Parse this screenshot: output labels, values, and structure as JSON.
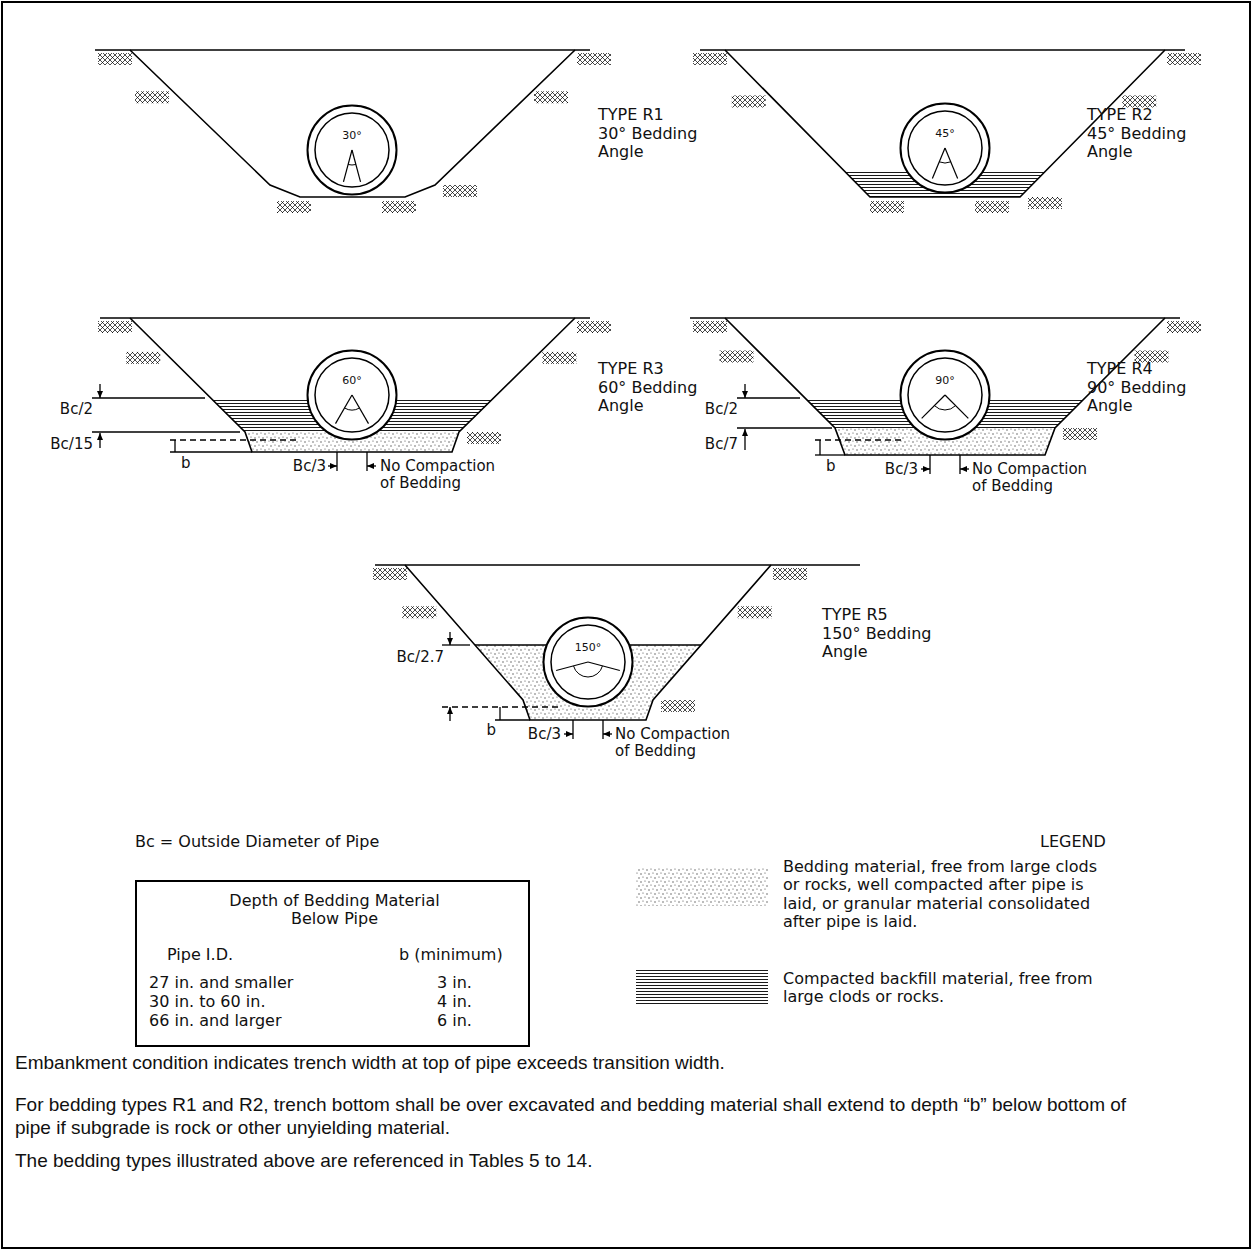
{
  "diagram": {
    "nodes": [
      {
        "text": [
          "30°"
        ]
      },
      {
        "text": [
          "45°"
        ]
      },
      {
        "text": [
          "60°"
        ]
      },
      {
        "text": [
          "90°"
        ]
      },
      {
        "text": [
          "150°"
        ]
      },
      {
        "text": [
          "Depth of Bedding Material Below Pipe",
          "Pipe I.D.",
          "b (minimum)",
          "27 in. and smaller",
          "3 in.",
          "30 in. to 60 in.",
          "4 in.",
          "66 in. and larger",
          "6 in."
        ]
      }
    ],
    "labels": [
      "TYPE R1",
      "30° Bedding Angle",
      "TYPE R2",
      "45° Bedding Angle",
      "TYPE R3",
      "60° Bedding Angle",
      "Bc/2",
      "Bc/15",
      "b",
      "Bc/3",
      "No Compaction of Bedding",
      "TYPE R4",
      "90° Bedding Angle",
      "Bc/2",
      "Bc/7",
      "b",
      "Bc/3",
      "No Compaction of Bedding",
      "TYPE R5",
      "150° Bedding Angle",
      "Bc/2.7",
      "b",
      "Bc/3",
      "No Compaction of Bedding",
      "Bc = Outside Diameter of Pipe",
      "LEGEND",
      "Embankment condition indicates trench width at top of pipe exceeds transition width.",
      "For bedding types R1 and R2, trench bottom shall be over excavated and bedding material shall extend to depth “b” below bottom of pipe if subgrade is rock or other unyielding material.",
      "The bedding types illustrated above are referenced in Tables 5 to 14."
    ],
    "legend": [
      {
        "text": "Bedding material, free from large clods or rocks, well compacted after pipe is laid, or granular material consolidated after pipe is laid."
      },
      {
        "text": "Compacted backfill material, free from large clods or rocks."
      }
    ]
  }
}
